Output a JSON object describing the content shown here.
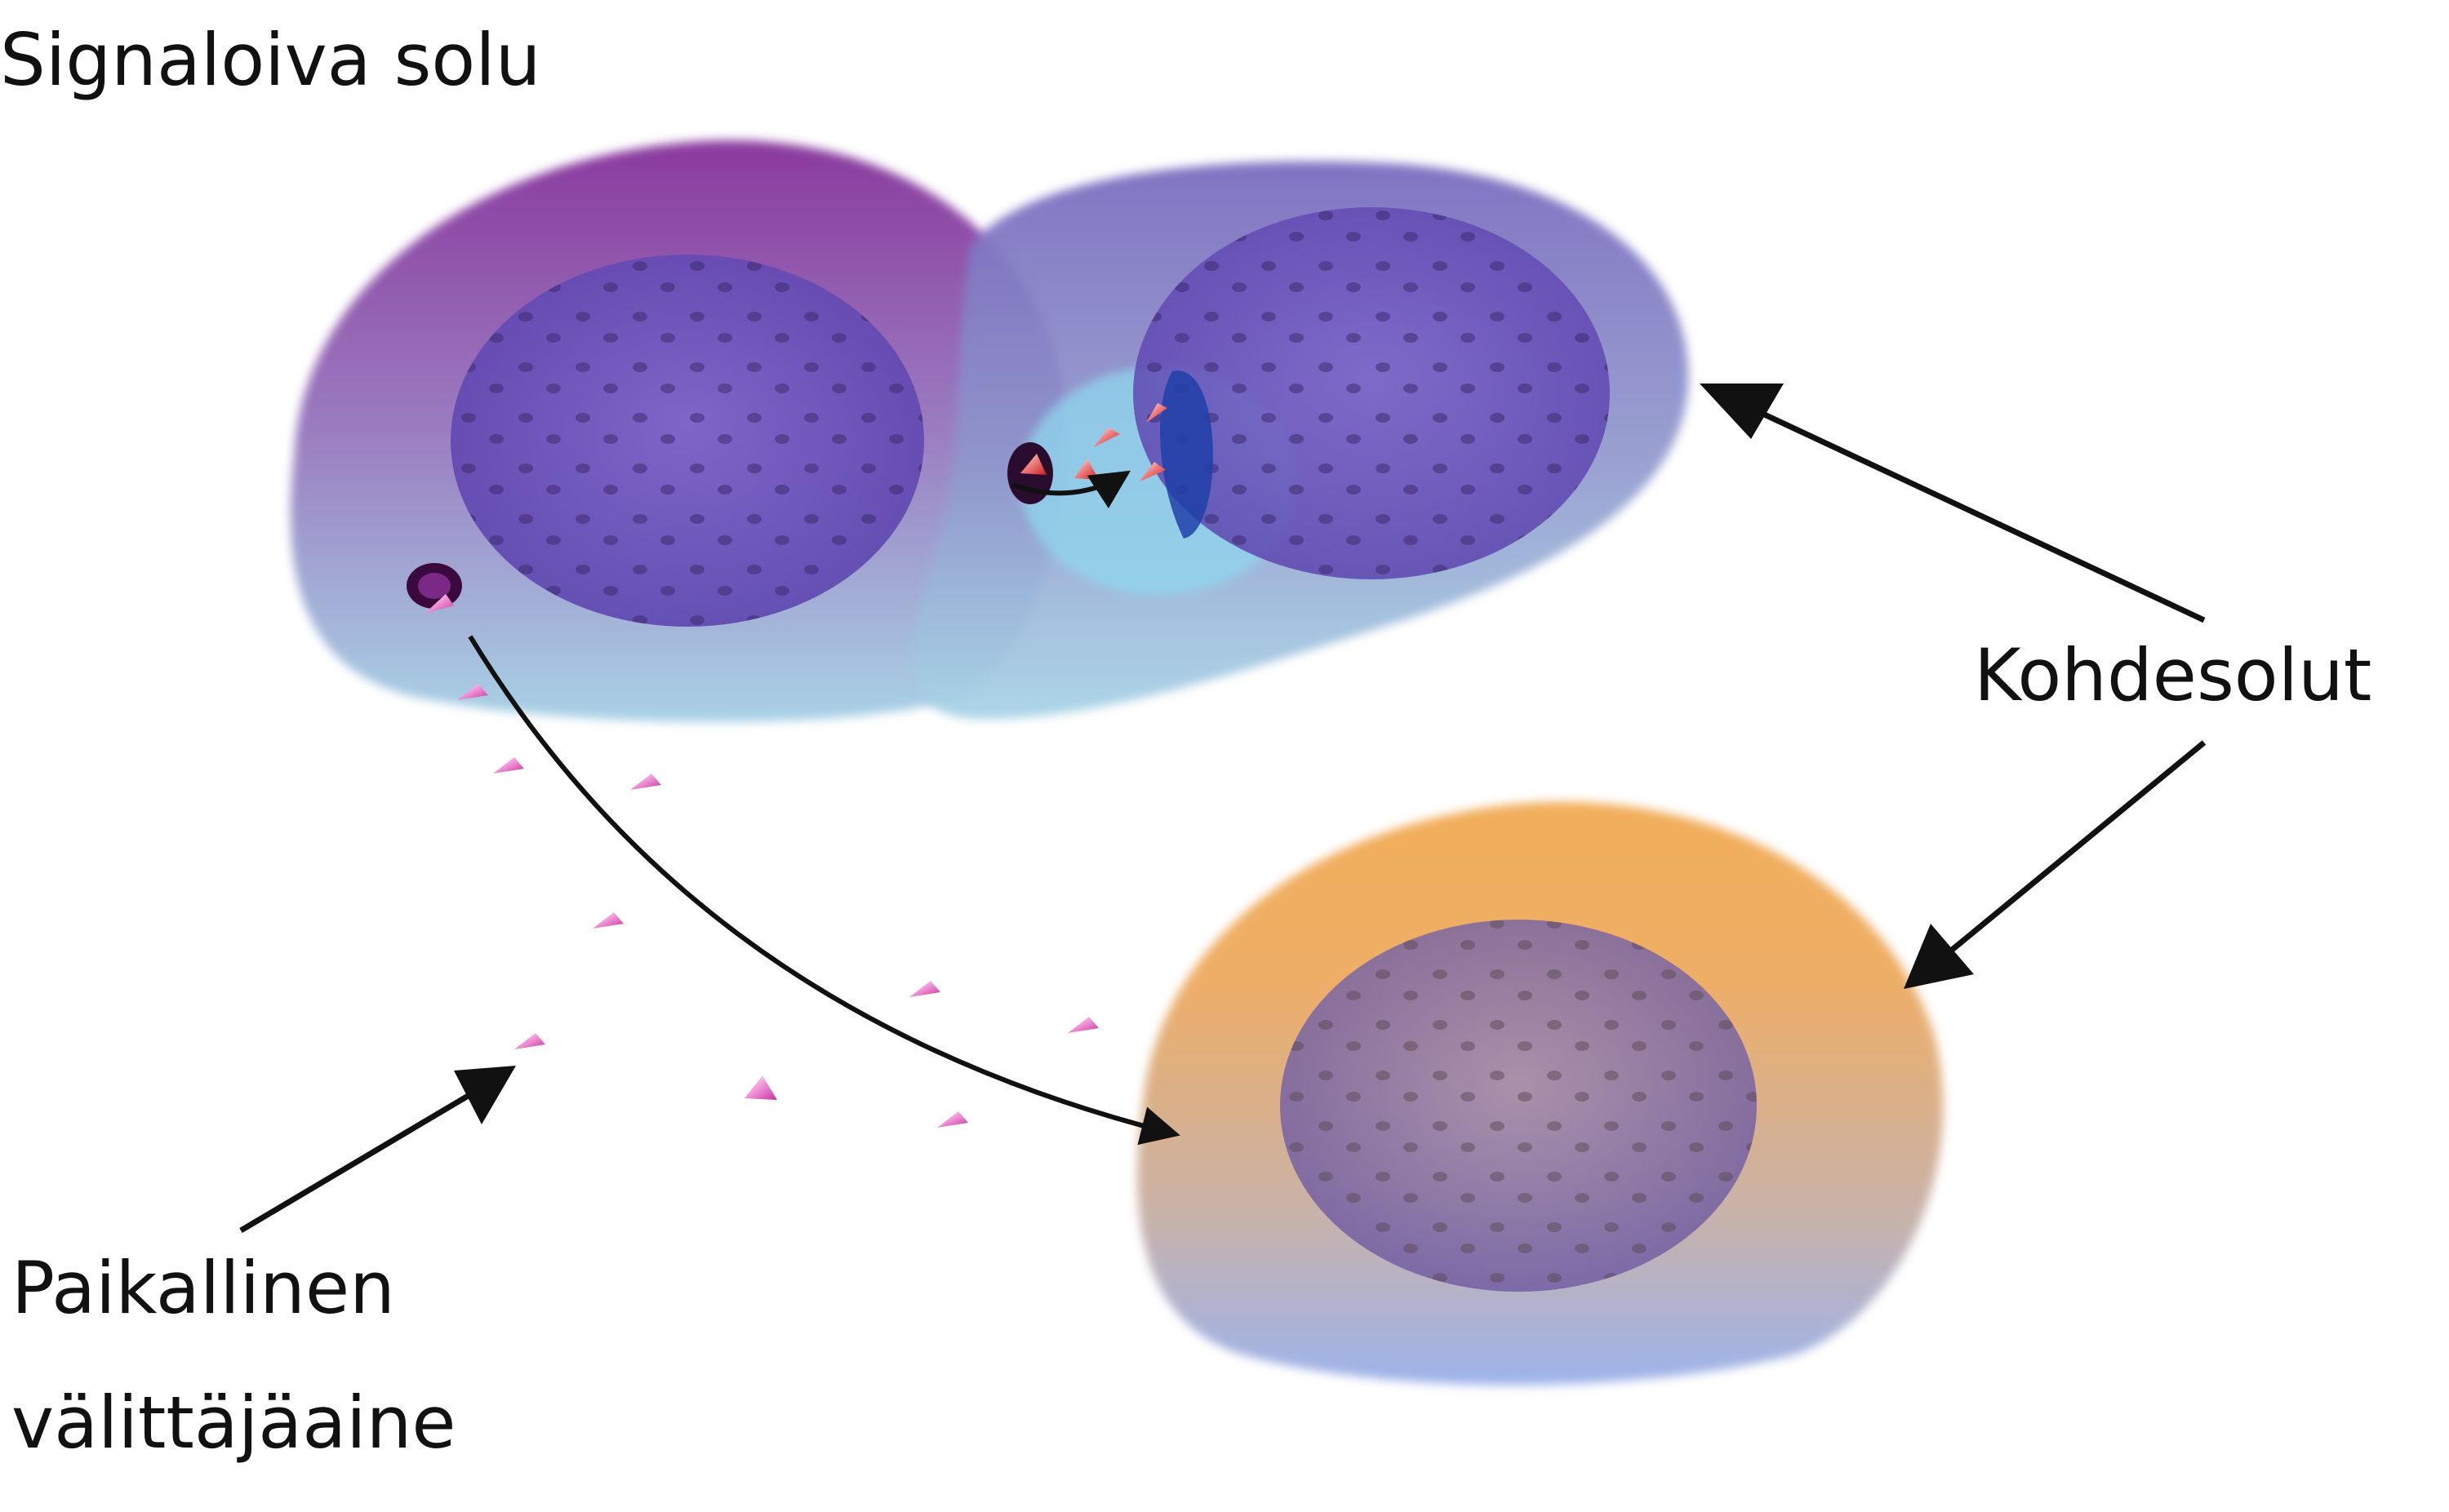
{
  "labels": {
    "signaling_cell": "Signaloiva solu",
    "target_cells": "Kohdesolut",
    "mediator_line1": "Paikallinen",
    "mediator_line2": "välittäjäaine"
  },
  "colors": {
    "signaling_cell_top": "#8a3a9e",
    "signaling_cell_bottom": "#a9d2e6",
    "target_cell_top": "#7a70bd",
    "target_cell_bottom": "#a8d4e6",
    "target_cell_lower_top": "#f2ae5a",
    "target_cell_lower_bottom": "#9db3ec",
    "nucleus": "#6b52b8",
    "mediator_molecule": "#e35fc3",
    "arrow": "#111111"
  }
}
